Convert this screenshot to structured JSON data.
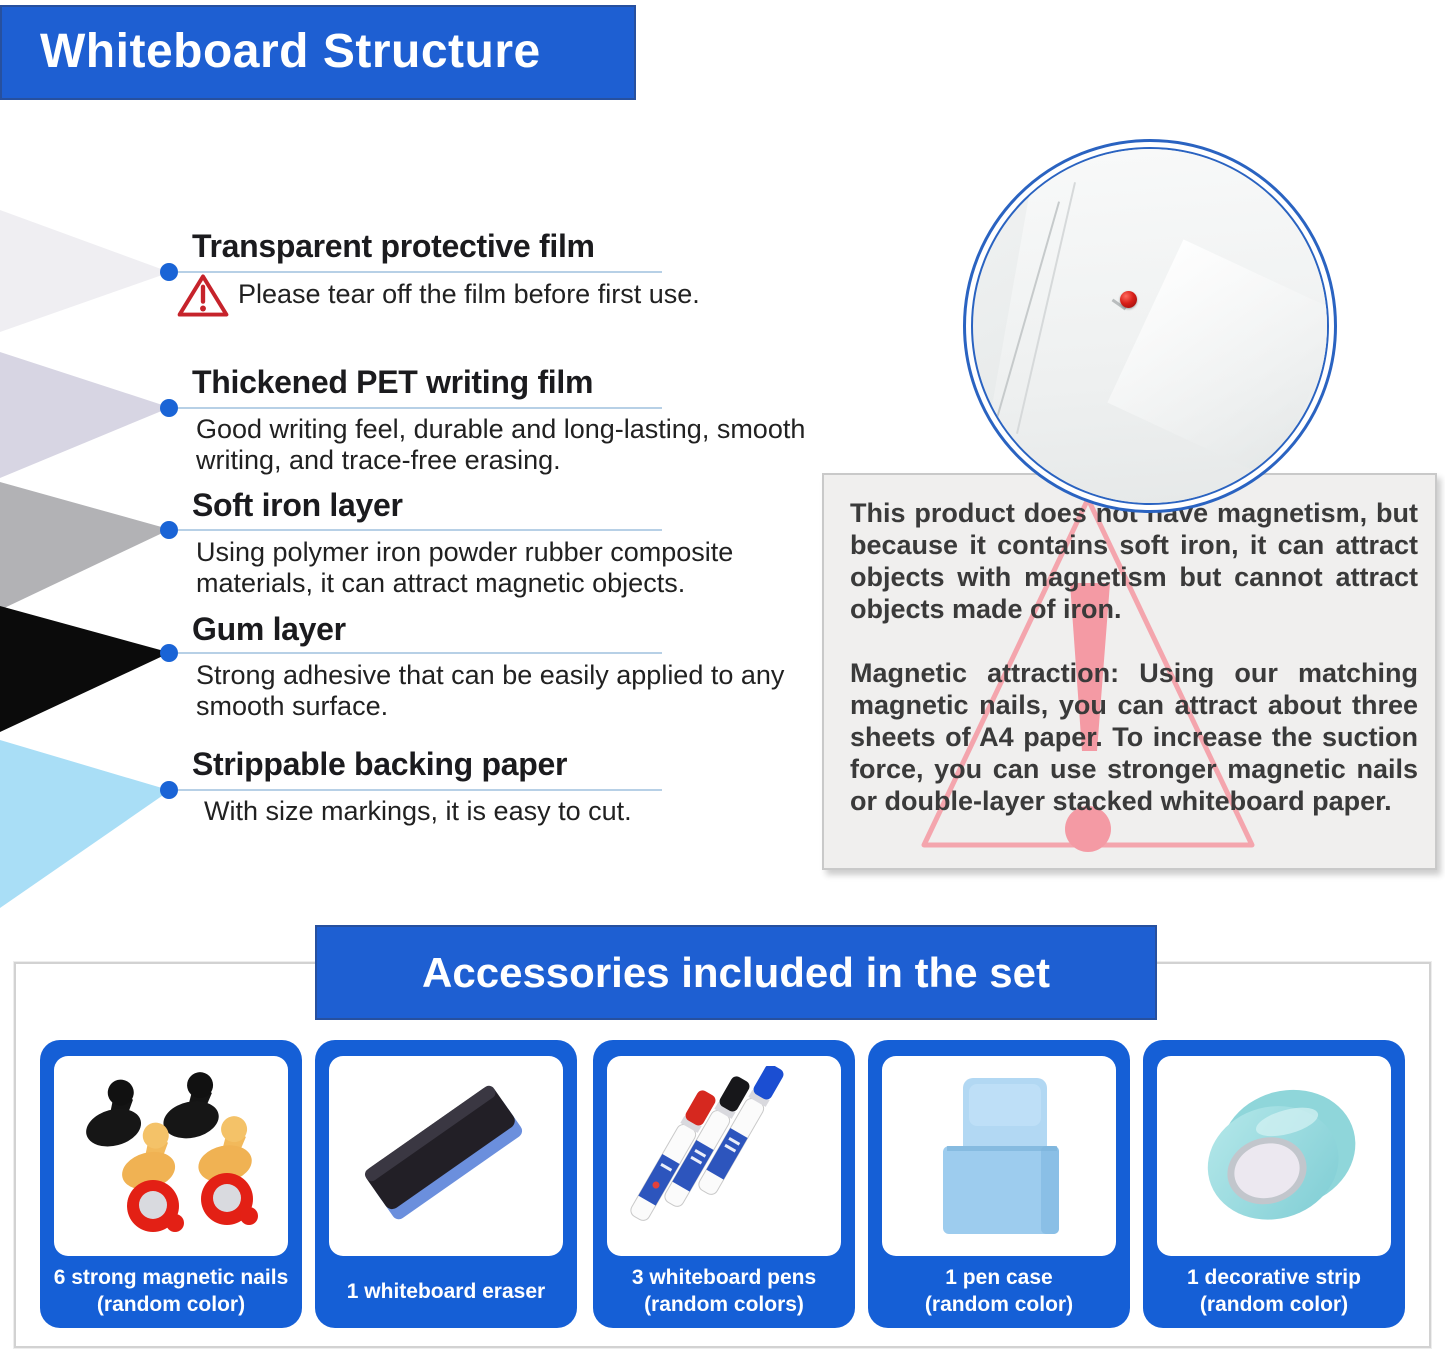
{
  "header": {
    "title": "Whiteboard Structure"
  },
  "colors": {
    "banner_blue": "#1e5fd2",
    "banner_border": "#27509e",
    "card_blue": "#155fd6",
    "dot_blue": "#1a64d6",
    "underline_blue": "#b7d0e6",
    "note_background": "#f0efee",
    "warning_red": "#c6232b",
    "watermark_pink": "#f4a1aa",
    "pin_red": "#d8201a"
  },
  "layers": {
    "sections": [
      {
        "heading": "Transparent protective film",
        "body": "Please tear off the film before first use.",
        "layer_color": "#efeef2",
        "icon": "warning-triangle-icon"
      },
      {
        "heading": "Thickened PET writing film",
        "body": "Good writing feel, durable and long-lasting, smooth writing, and trace-free erasing.",
        "layer_color": "#d7d5e3"
      },
      {
        "heading": "Soft iron layer",
        "body": "Using polymer iron powder rubber composite materials, it can attract magnetic objects.",
        "layer_color": "#b2b2b5"
      },
      {
        "heading": "Gum layer",
        "body": "Strong adhesive that can be easily applied to any smooth surface.",
        "layer_color": "#0b0b0b"
      },
      {
        "heading": "Strippable backing paper",
        "body": "With size markings, it is easy to cut.",
        "layer_color": "#a9def6"
      }
    ]
  },
  "note": {
    "paragraph1": "This product does not have magnetism, but because it contains soft iron, it can attract objects with magnetism but cannot attract objects made of iron.",
    "paragraph2": "Magnetic attraction: Using our matching magnetic nails, you can attract about three sheets of A4 paper. To increase the suction force, you can use stronger magnetic nails or double-layer stacked whiteboard paper."
  },
  "accessories": {
    "title": "Accessories included in the set",
    "items": [
      {
        "label_line1": "6 strong magnetic nails",
        "label_line2": "(random color)",
        "image": "magnetic-nails"
      },
      {
        "label_line1": "1 whiteboard eraser",
        "label_line2": "",
        "image": "whiteboard-eraser"
      },
      {
        "label_line1": "3 whiteboard pens",
        "label_line2": "(random colors)",
        "image": "whiteboard-pens"
      },
      {
        "label_line1": "1 pen case",
        "label_line2": "(random color)",
        "image": "pen-case"
      },
      {
        "label_line1": "1 decorative strip",
        "label_line2": "(random color)",
        "image": "decorative-strip"
      }
    ]
  }
}
